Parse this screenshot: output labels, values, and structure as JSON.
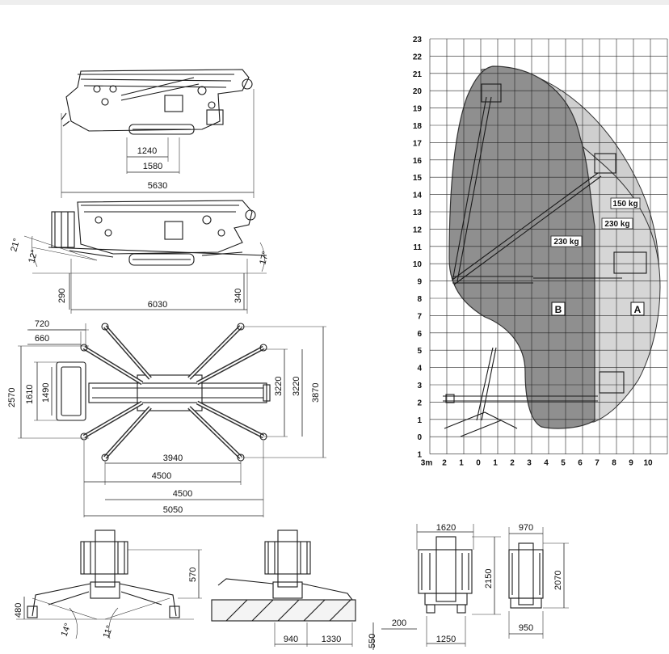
{
  "top_view": {
    "d1240": "1240",
    "d1580": "1580",
    "d5630": "5630"
  },
  "side_view": {
    "a21": "21°",
    "a12": "12°",
    "a17": "17°",
    "d290": "290",
    "d6030": "6030",
    "d340": "340"
  },
  "plan_view": {
    "d720": "720",
    "d660": "660",
    "d2570": "2570",
    "d1610": "1610",
    "d1490": "1490",
    "d3220a": "3220",
    "d3220b": "3220",
    "d3870": "3870",
    "d3940": "3940",
    "d4500a": "4500",
    "d4500b": "4500",
    "d5050": "5050"
  },
  "front_views": {
    "d480": "480",
    "a14": "14°",
    "a11": "11°",
    "d570": "570",
    "d940": "940",
    "d1330": "1330",
    "d550": "550",
    "d200": "200",
    "d1620": "1620",
    "d2150": "2150",
    "d1250": "1250",
    "d970": "970",
    "d2070": "2070",
    "d950": "950"
  },
  "load_chart": {
    "y_ticks": [
      "23",
      "22",
      "21",
      "20",
      "19",
      "18",
      "17",
      "16",
      "15",
      "14",
      "13",
      "12",
      "11",
      "10",
      "9",
      "8",
      "7",
      "6",
      "5",
      "4",
      "3",
      "2",
      "1",
      "0",
      "1"
    ],
    "x_ticks": [
      "3m",
      "2",
      "1",
      "0",
      "1",
      "2",
      "3",
      "4",
      "5",
      "6",
      "7",
      "8",
      "9",
      "10"
    ],
    "zone_a": "A",
    "zone_b": "B",
    "load_150": "150 kg",
    "load_230a": "230 kg",
    "load_230b": "230 kg",
    "color_zone_a": "#d4d4d4",
    "color_zone_b": "#8c8c8c",
    "color_zone_outer": "#bfbfbf"
  }
}
